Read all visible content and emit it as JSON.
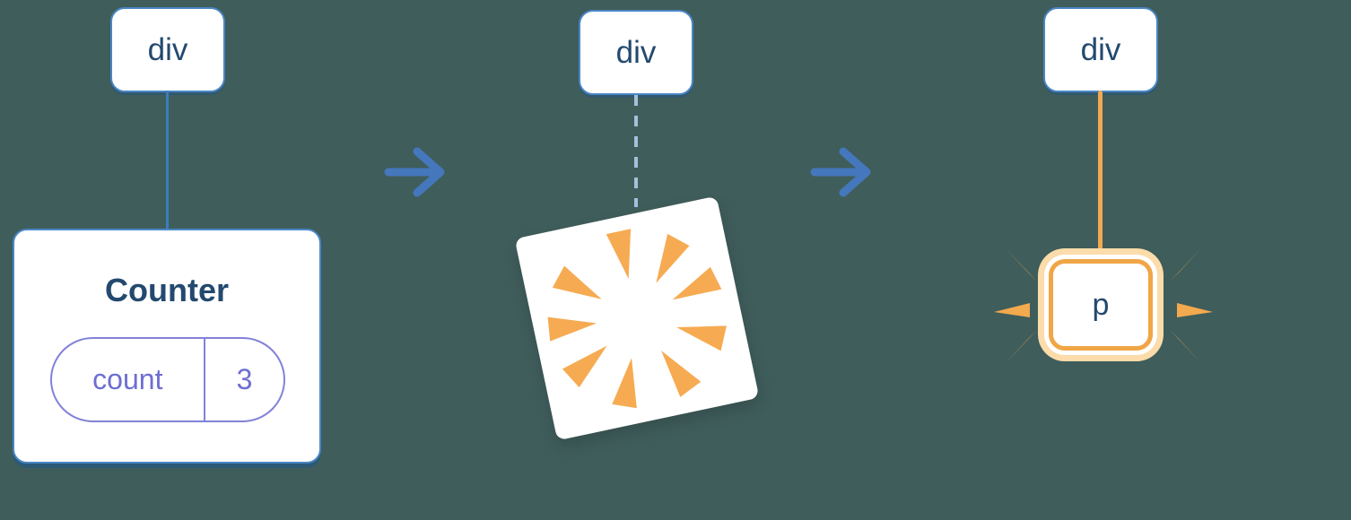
{
  "diagram": {
    "description": "Component replaced in the DOM tree: Counter state is destroyed and a new p element is rendered",
    "steps": [
      {
        "id": "before",
        "parent_node": "div",
        "component": {
          "title": "Counter",
          "state_key": "count",
          "state_value": "3"
        }
      },
      {
        "id": "removal",
        "parent_node": "div",
        "child": "poof-burst"
      },
      {
        "id": "after",
        "parent_node": "div",
        "element_label": "p"
      }
    ]
  },
  "colors": {
    "background": "#3f5d5b",
    "node_border_blue": "#4a86c5",
    "navy_text": "#23496f",
    "state_purple": "#8282d8",
    "state_text_purple": "#6e6ed2",
    "arrow_blue": "#4577bd",
    "dashed_line_blue": "#a6bfda",
    "highlight_orange": "#f0a646",
    "pale_orange_glow": "#fbdcaa",
    "spark_orange": "#f6ab52",
    "card_white": "#ffffff"
  }
}
